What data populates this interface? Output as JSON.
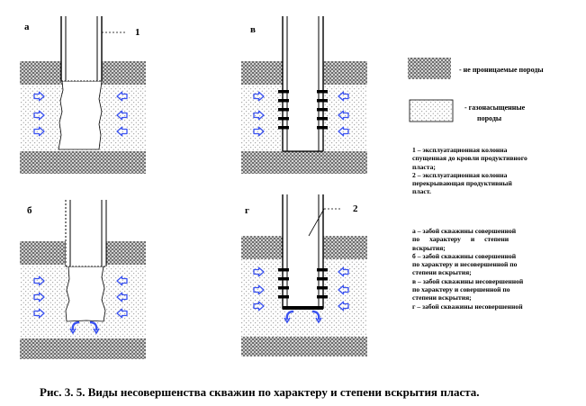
{
  "panels": {
    "a": {
      "letter": "а",
      "marker": "1"
    },
    "b": {
      "letter": "б"
    },
    "v": {
      "letter": "в"
    },
    "g": {
      "letter": "г",
      "marker": "2"
    }
  },
  "legend": {
    "impermeable": "- не проницаемые породы",
    "gas_line1": "- газонасыщенные",
    "gas_line2": "породы"
  },
  "notes": {
    "n1_l1": "1 – эксплуатационная колонна",
    "n1_l2": "спущенная до кровли продуктивного",
    "n1_l3": "пласта;",
    "n2_l1": "2 – эксплуатационная колонна",
    "n2_l2": "перекрывающая продуктивный",
    "n2_l3": "пласт.",
    "a_l1": "а – забой скважины совершенной",
    "a_l2": "по характеру и степени",
    "a_l3": "вскрытия;",
    "b_l1": "б – забой скважины совершенной",
    "b_l2": "по характеру и несовершенной по",
    "b_l3": "степени вскрытия;",
    "v_l1": "в – забой скважины несовершенной",
    "v_l2": "по характеру и совершенной по",
    "v_l3": "степени вскрытия;",
    "g_l1": "г – забой скважины несовершенной"
  },
  "caption": "Рис. 3. 5.  Виды несовершенства скважин по характеру и степени вскрытия пласта.",
  "colors": {
    "arrow": "#3a52f0",
    "line": "#000000",
    "dense_rock": "#2a2a2a",
    "reservoir_dot": "#7a7a7a"
  }
}
